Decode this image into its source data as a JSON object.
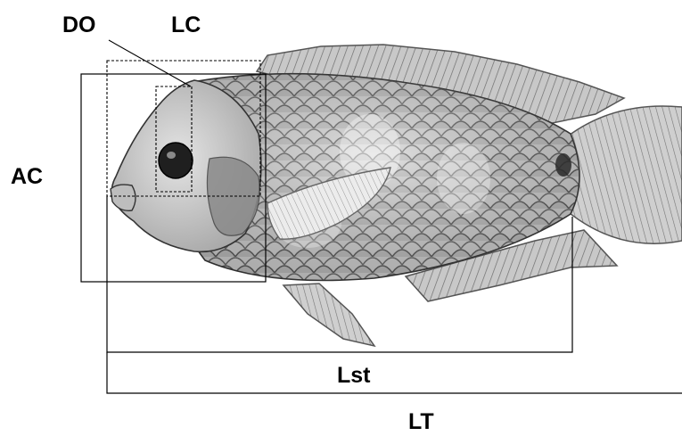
{
  "labels": {
    "do": "DO",
    "lc": "LC",
    "ac": "AC",
    "lst": "Lst",
    "lt": "LT"
  },
  "colors": {
    "background": "#ffffff",
    "ink": "#000000",
    "scale_light": "#e6e6e6",
    "scale_dark": "#5a5a5a",
    "fin": "#b8b8b8"
  }
}
